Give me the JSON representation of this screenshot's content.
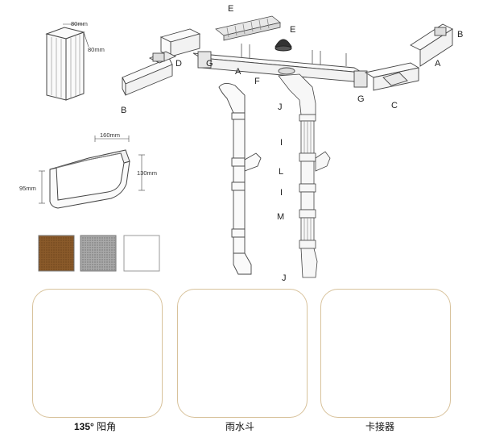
{
  "labels": {
    "E_top": "E",
    "E_right": "E",
    "B_left": "B",
    "B_right": "B",
    "D": "D",
    "G_left": "G",
    "G_right": "G",
    "A_left": "A",
    "A_right": "A",
    "F": "F",
    "C": "C",
    "J_top": "J",
    "I_1": "I",
    "L": "L",
    "I_2": "I",
    "M": "M",
    "J_bottom": "J"
  },
  "downpipe_dims": {
    "width": "80mm",
    "depth": "80mm"
  },
  "gutter_dims": {
    "width": "160mm",
    "height": "130mm",
    "lip": "95mm"
  },
  "swatches": [
    {
      "name": "brown",
      "color": "#8a5a2a"
    },
    {
      "name": "grey",
      "color": "#8d8d8d"
    },
    {
      "name": "white",
      "color": "#ffffff"
    }
  ],
  "products": [
    {
      "caption_num": "135°",
      "caption_text": "阳角"
    },
    {
      "caption_num": "",
      "caption_text": "雨水斗"
    },
    {
      "caption_num": "",
      "caption_text": "卡接器"
    }
  ],
  "colors": {
    "card_border": "#d8c29b",
    "line": "#555555"
  }
}
